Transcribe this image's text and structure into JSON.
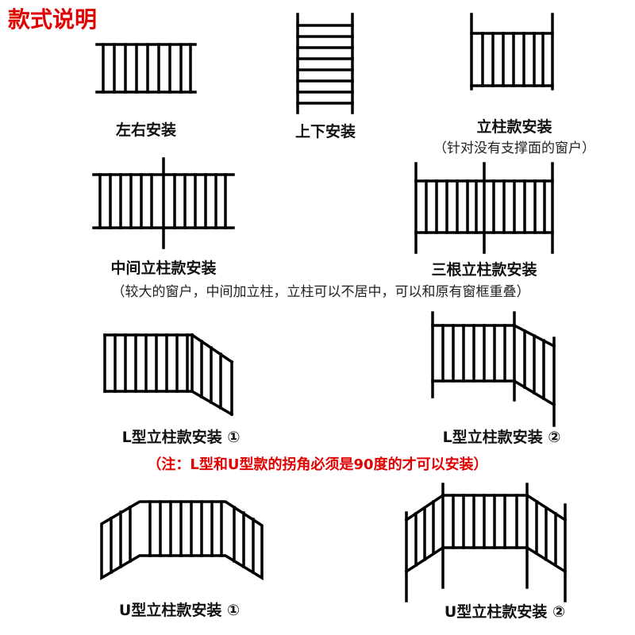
{
  "title": "款式说明",
  "accent_color": "#e00000",
  "styles": [
    {
      "label": "左右安装"
    },
    {
      "label": "上下安装"
    },
    {
      "label": "立柱款安装",
      "note": "（针对没有支撑面的窗户）"
    },
    {
      "label": "中间立柱款安装"
    },
    {
      "label": "三根立柱款安装"
    },
    {
      "label": "L型立柱款安装 ①"
    },
    {
      "label": "L型立柱款安装 ②"
    },
    {
      "label": "U型立柱款安装 ①"
    },
    {
      "label": "U型立柱款安装 ②"
    }
  ],
  "middle_note": "（较大的窗户，中间加立柱，立柱可以不居中，可以和原有窗框重叠）",
  "warning": "（注：L型和U型款的拐角必须是90度的才可以安装）"
}
